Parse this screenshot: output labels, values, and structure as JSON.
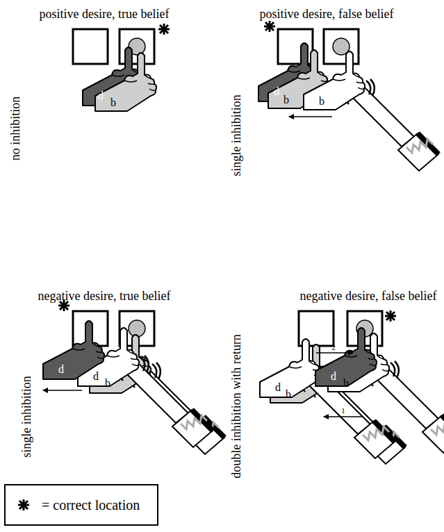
{
  "diagram": {
    "labels": [
      "positive desire, true belief",
      "no inhibition",
      "d",
      "b",
      "positive desire, false belief",
      "single inhibition",
      "d",
      "b",
      "b",
      "negative desire, true belief",
      "single inhibition",
      "d",
      "d",
      "b",
      "negative desire, false belief",
      "double inhibition with return",
      "d",
      "b",
      "d",
      "b",
      "1",
      "2"
    ],
    "legend": [
      {
        "text": "= correct location"
      }
    ]
  }
}
